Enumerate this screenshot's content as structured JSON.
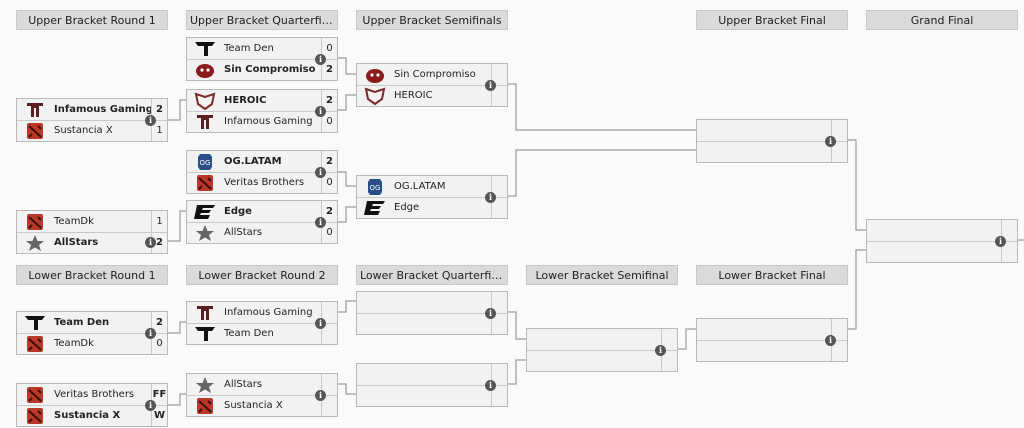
{
  "headers": {
    "ub_r1": "Upper Bracket Round 1",
    "ub_qf": "Upper Bracket Quarterfinals",
    "ub_sf": "Upper Bracket Semifinals",
    "ub_final": "Upper Bracket Final",
    "grand_final": "Grand Final",
    "lb_r1": "Lower Bracket Round 1",
    "lb_r2": "Lower Bracket Round 2",
    "lb_qf": "Lower Bracket Quarterfinals",
    "lb_sf": "Lower Bracket Semifinal",
    "lb_final": "Lower Bracket Final"
  },
  "matches": {
    "ub_r1_1": {
      "t1": {
        "name": "Infamous Gaming",
        "score": "2",
        "logo": "infamous-logo"
      },
      "t2": {
        "name": "Sustancia X",
        "score": "1",
        "logo": "dota-logo"
      }
    },
    "ub_r1_2": {
      "t1": {
        "name": "TeamDk",
        "score": "1",
        "logo": "dota-logo"
      },
      "t2": {
        "name": "AllStars",
        "score": "2",
        "logo": "allstars-logo"
      }
    },
    "ub_qf_1": {
      "t1": {
        "name": "Team Den",
        "score": "0",
        "logo": "teamden-logo"
      },
      "t2": {
        "name": "Sin Compromiso",
        "score": "2",
        "logo": "sincompromiso-logo"
      }
    },
    "ub_qf_2": {
      "t1": {
        "name": "HEROIC",
        "score": "2",
        "logo": "heroic-logo"
      },
      "t2": {
        "name": "Infamous Gaming",
        "score": "0",
        "logo": "infamous-logo"
      }
    },
    "ub_qf_3": {
      "t1": {
        "name": "OG.LATAM",
        "score": "2",
        "logo": "og-logo"
      },
      "t2": {
        "name": "Veritas Brothers",
        "score": "0",
        "logo": "dota-logo"
      }
    },
    "ub_qf_4": {
      "t1": {
        "name": "Edge",
        "score": "2",
        "logo": "edge-logo"
      },
      "t2": {
        "name": "AllStars",
        "score": "0",
        "logo": "allstars-logo"
      }
    },
    "ub_sf_1": {
      "t1": {
        "name": "Sin Compromiso",
        "score": "",
        "logo": "sincompromiso-logo"
      },
      "t2": {
        "name": "HEROIC",
        "score": "",
        "logo": "heroic-logo"
      }
    },
    "ub_sf_2": {
      "t1": {
        "name": "OG.LATAM",
        "score": "",
        "logo": "og-logo"
      },
      "t2": {
        "name": "Edge",
        "score": "",
        "logo": "edge-logo"
      }
    },
    "lb_r1_1": {
      "t1": {
        "name": "Team Den",
        "score": "2",
        "logo": "teamden-logo"
      },
      "t2": {
        "name": "TeamDk",
        "score": "0",
        "logo": "dota-logo"
      }
    },
    "lb_r1_2": {
      "t1": {
        "name": "Veritas Brothers",
        "score": "FF",
        "logo": "dota-logo"
      },
      "t2": {
        "name": "Sustancia X",
        "score": "W",
        "logo": "dota-logo"
      }
    },
    "lb_r2_1": {
      "t1": {
        "name": "Infamous Gaming",
        "score": "",
        "logo": "infamous-logo"
      },
      "t2": {
        "name": "Team Den",
        "score": "",
        "logo": "teamden-logo"
      }
    },
    "lb_r2_2": {
      "t1": {
        "name": "AllStars",
        "score": "",
        "logo": "allstars-logo"
      },
      "t2": {
        "name": "Sustancia X",
        "score": "",
        "logo": "dota-logo"
      }
    }
  },
  "info_glyph": "i",
  "colors": {
    "header_bg": "#dadada",
    "box_bg": "#f2f2f2",
    "line": "#999999",
    "info": "#555555"
  }
}
